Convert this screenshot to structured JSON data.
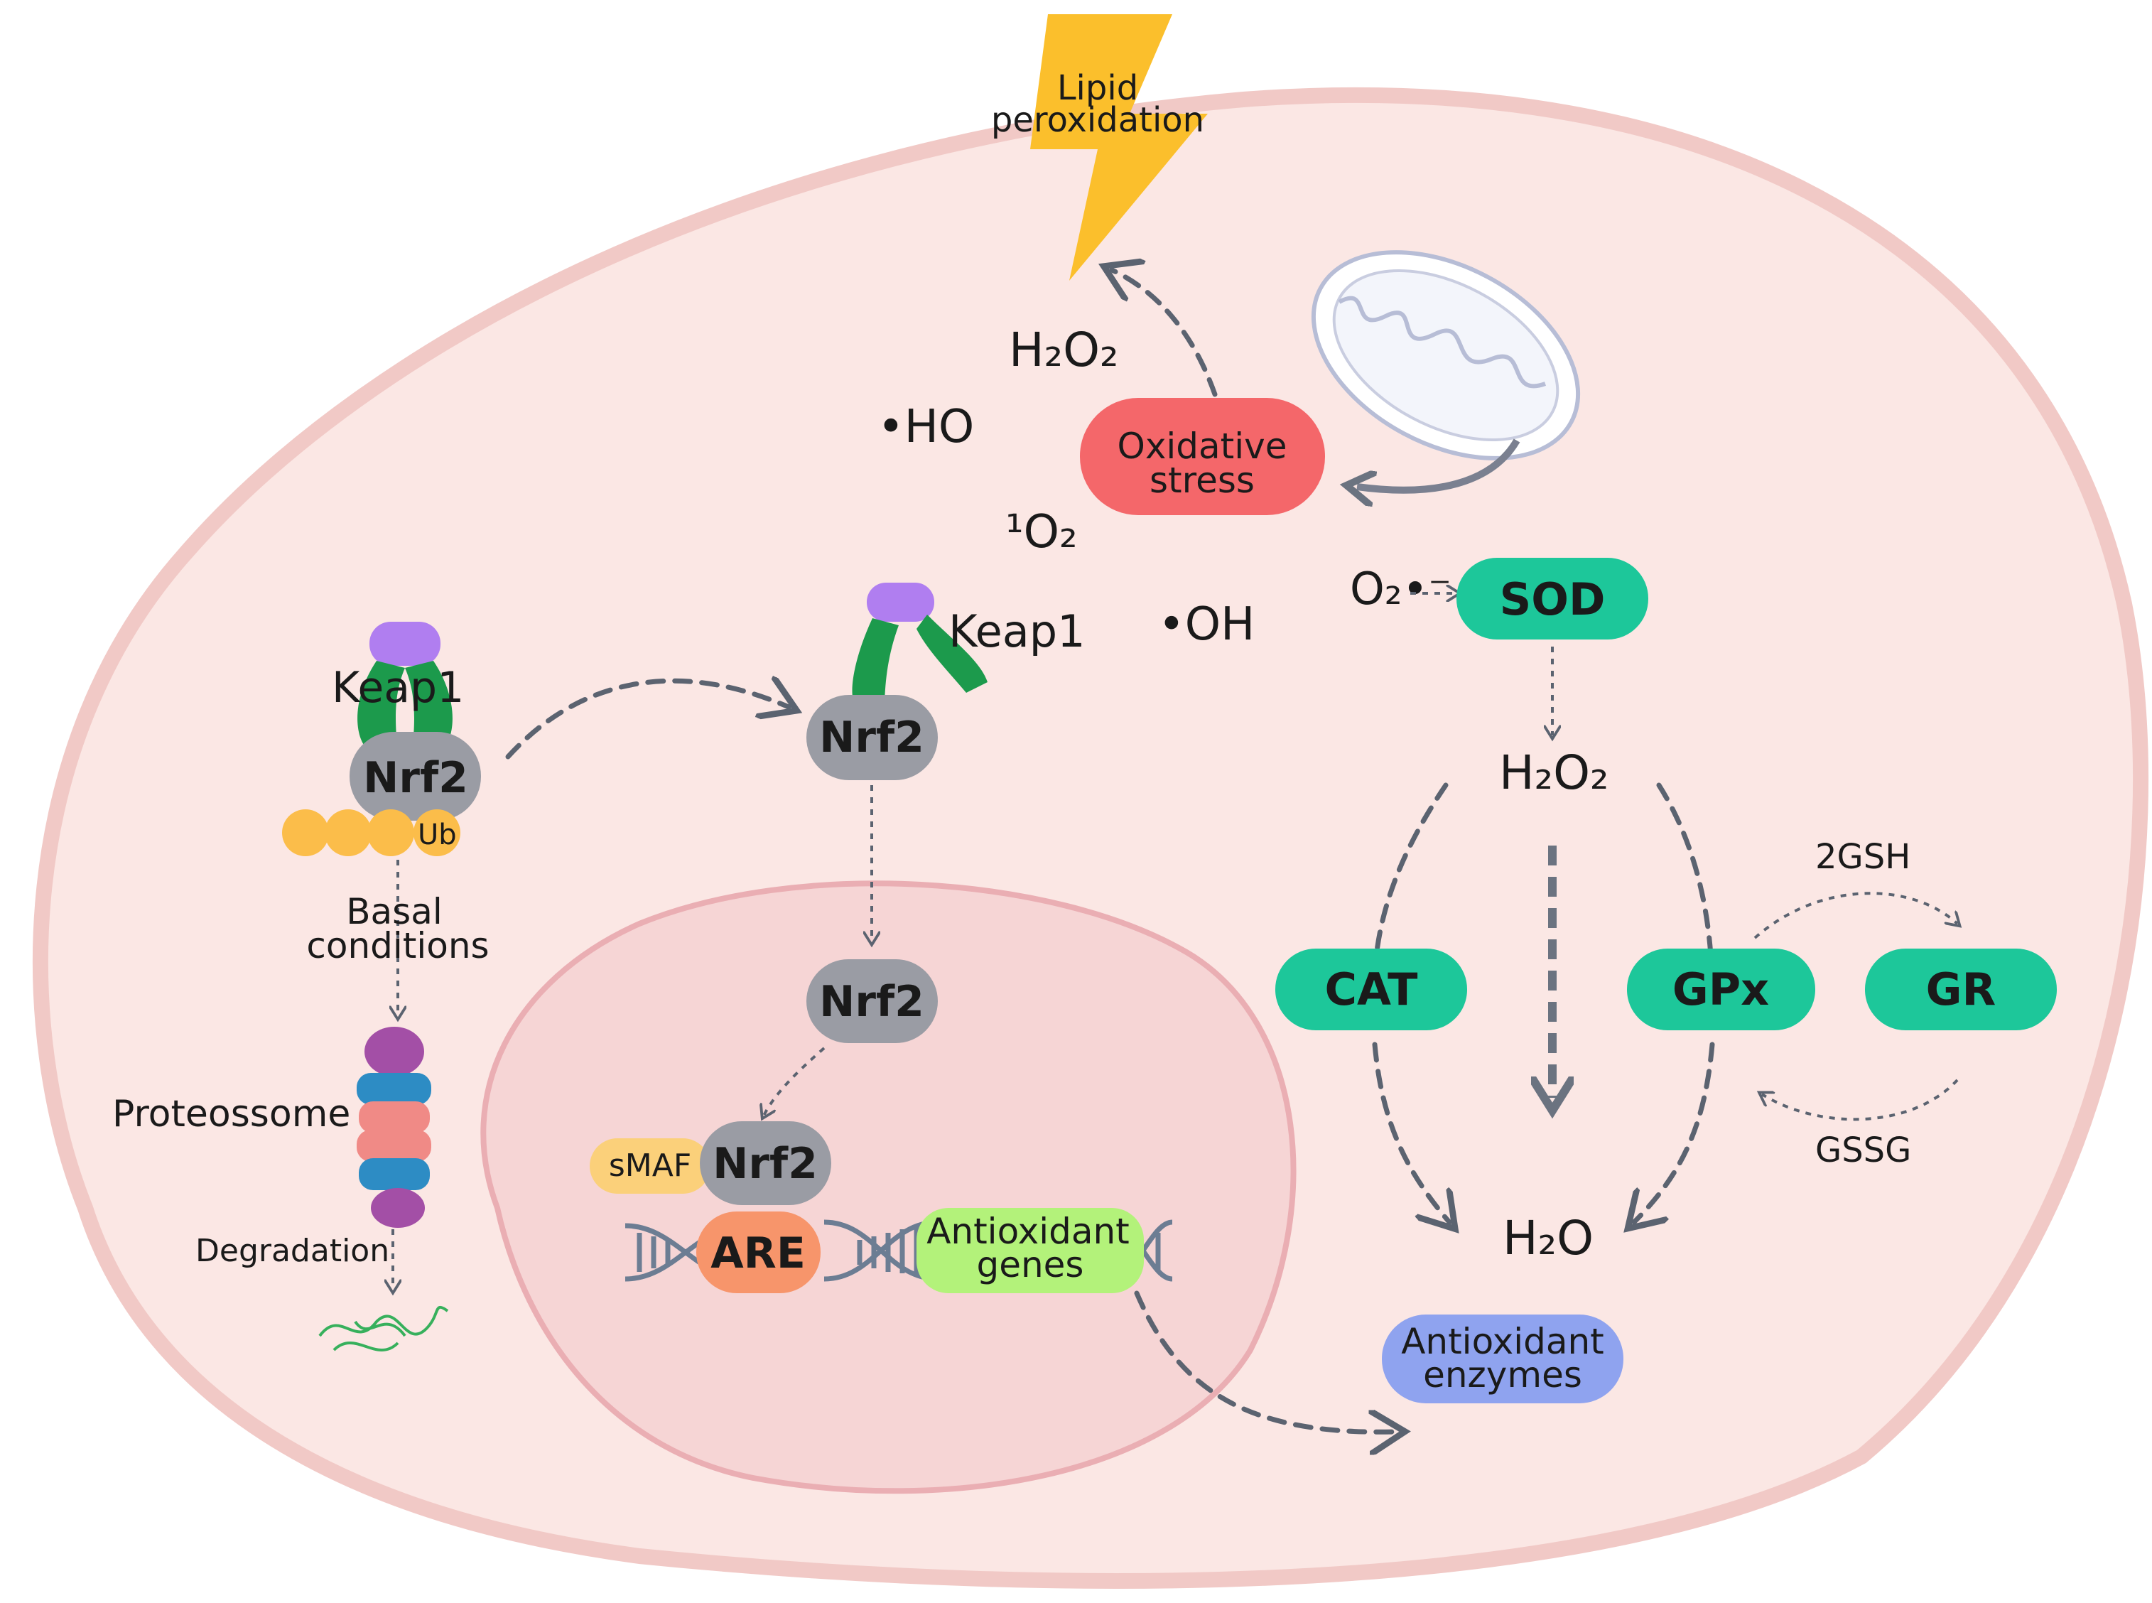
{
  "colors": {
    "cell": "#fbe7e4",
    "cell_border": "#f1c9c6",
    "nucleus": "#f6d5d5",
    "nucleus_border": "#eaaeb3",
    "nrf2": "#9a9ca4",
    "keap1_arm": "#1c9a4c",
    "keap1_head": "#b07ef0",
    "ub": "#fbbd4a",
    "enzyme": "#1dc79a",
    "oxidative": "#f4676a",
    "enzymes_blue": "#8fa3ef",
    "are": "#f7956b",
    "antiox_genes": "#b3f27a",
    "smaf": "#fbd07a",
    "bolt": "#fbbf2c"
  },
  "labels": {
    "lipid_line1": "Lipid",
    "lipid_line2": "peroxidation",
    "ho_radical": "•HO",
    "oh_radical": "•OH",
    "h2o2_top": "H₂O₂",
    "singlet_o2": "¹O₂",
    "oxidative_line1": "Oxidative",
    "oxidative_line2": "stress",
    "superoxide": "O₂•⁻",
    "sod": "SOD",
    "h2o2_mid": "H₂O₂",
    "cat": "CAT",
    "gpx": "GPx",
    "gr": "GR",
    "gsh": "2GSH",
    "gssg": "GSSG",
    "h2o": "H₂O",
    "antiox_enzymes_line1": "Antioxidant",
    "antiox_enzymes_line2": "enzymes",
    "keap1_left": "Keap1",
    "nrf2_left": "Nrf2",
    "ub": "Ub",
    "basal_line1": "Basal",
    "basal_line2": "conditions",
    "proteosome": "Proteossome",
    "degradation": "Degradation",
    "keap1_center": "Keap1",
    "nrf2_center": "Nrf2",
    "nrf2_nucleus_top": "Nrf2",
    "smaf": "sMAF",
    "nrf2_bound": "Nrf2",
    "are": "ARE",
    "antiox_genes_line1": "Antioxidant",
    "antiox_genes_line2": "genes"
  }
}
